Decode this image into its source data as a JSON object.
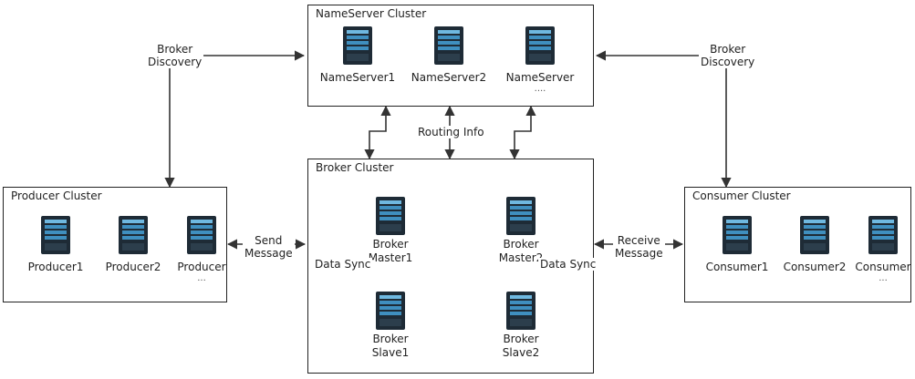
{
  "clusters": {
    "nameserver": {
      "title": "NameServer Cluster",
      "nodes": [
        {
          "label": "NameServer1",
          "sub": ""
        },
        {
          "label": "NameServer2",
          "sub": ""
        },
        {
          "label": "NameServer",
          "sub": "...."
        }
      ]
    },
    "broker": {
      "title": "Broker Cluster",
      "nodes": [
        {
          "label1": "Broker",
          "label2": "Master1"
        },
        {
          "label1": "Broker",
          "label2": "Master2"
        },
        {
          "label1": "Broker",
          "label2": "Slave1"
        },
        {
          "label1": "Broker",
          "label2": "Slave2"
        }
      ]
    },
    "producer": {
      "title": "Producer Cluster",
      "nodes": [
        {
          "label": "Producer1",
          "sub": ""
        },
        {
          "label": "Producer2",
          "sub": ""
        },
        {
          "label": "Producer",
          "sub": "..."
        }
      ]
    },
    "consumer": {
      "title": "Consumer Cluster",
      "nodes": [
        {
          "label": "Consumer1",
          "sub": ""
        },
        {
          "label": "Consumer2",
          "sub": ""
        },
        {
          "label": "Consumer",
          "sub": "..."
        }
      ]
    }
  },
  "edge_labels": {
    "broker_discovery_left": [
      "Broker",
      "Discovery"
    ],
    "broker_discovery_right": [
      "Broker",
      "Discovery"
    ],
    "routing_info": "Routing Info",
    "send_message": [
      "Send",
      "Message"
    ],
    "receive_message": [
      "Receive",
      "Message"
    ],
    "data_sync_left": "Data Sync",
    "data_sync_right": "Data Sync"
  },
  "colors": {
    "line": "#333333",
    "server_body": "#1e2b36",
    "server_panel": "#3f8fbf",
    "server_panel_light": "#6fb8e0"
  }
}
